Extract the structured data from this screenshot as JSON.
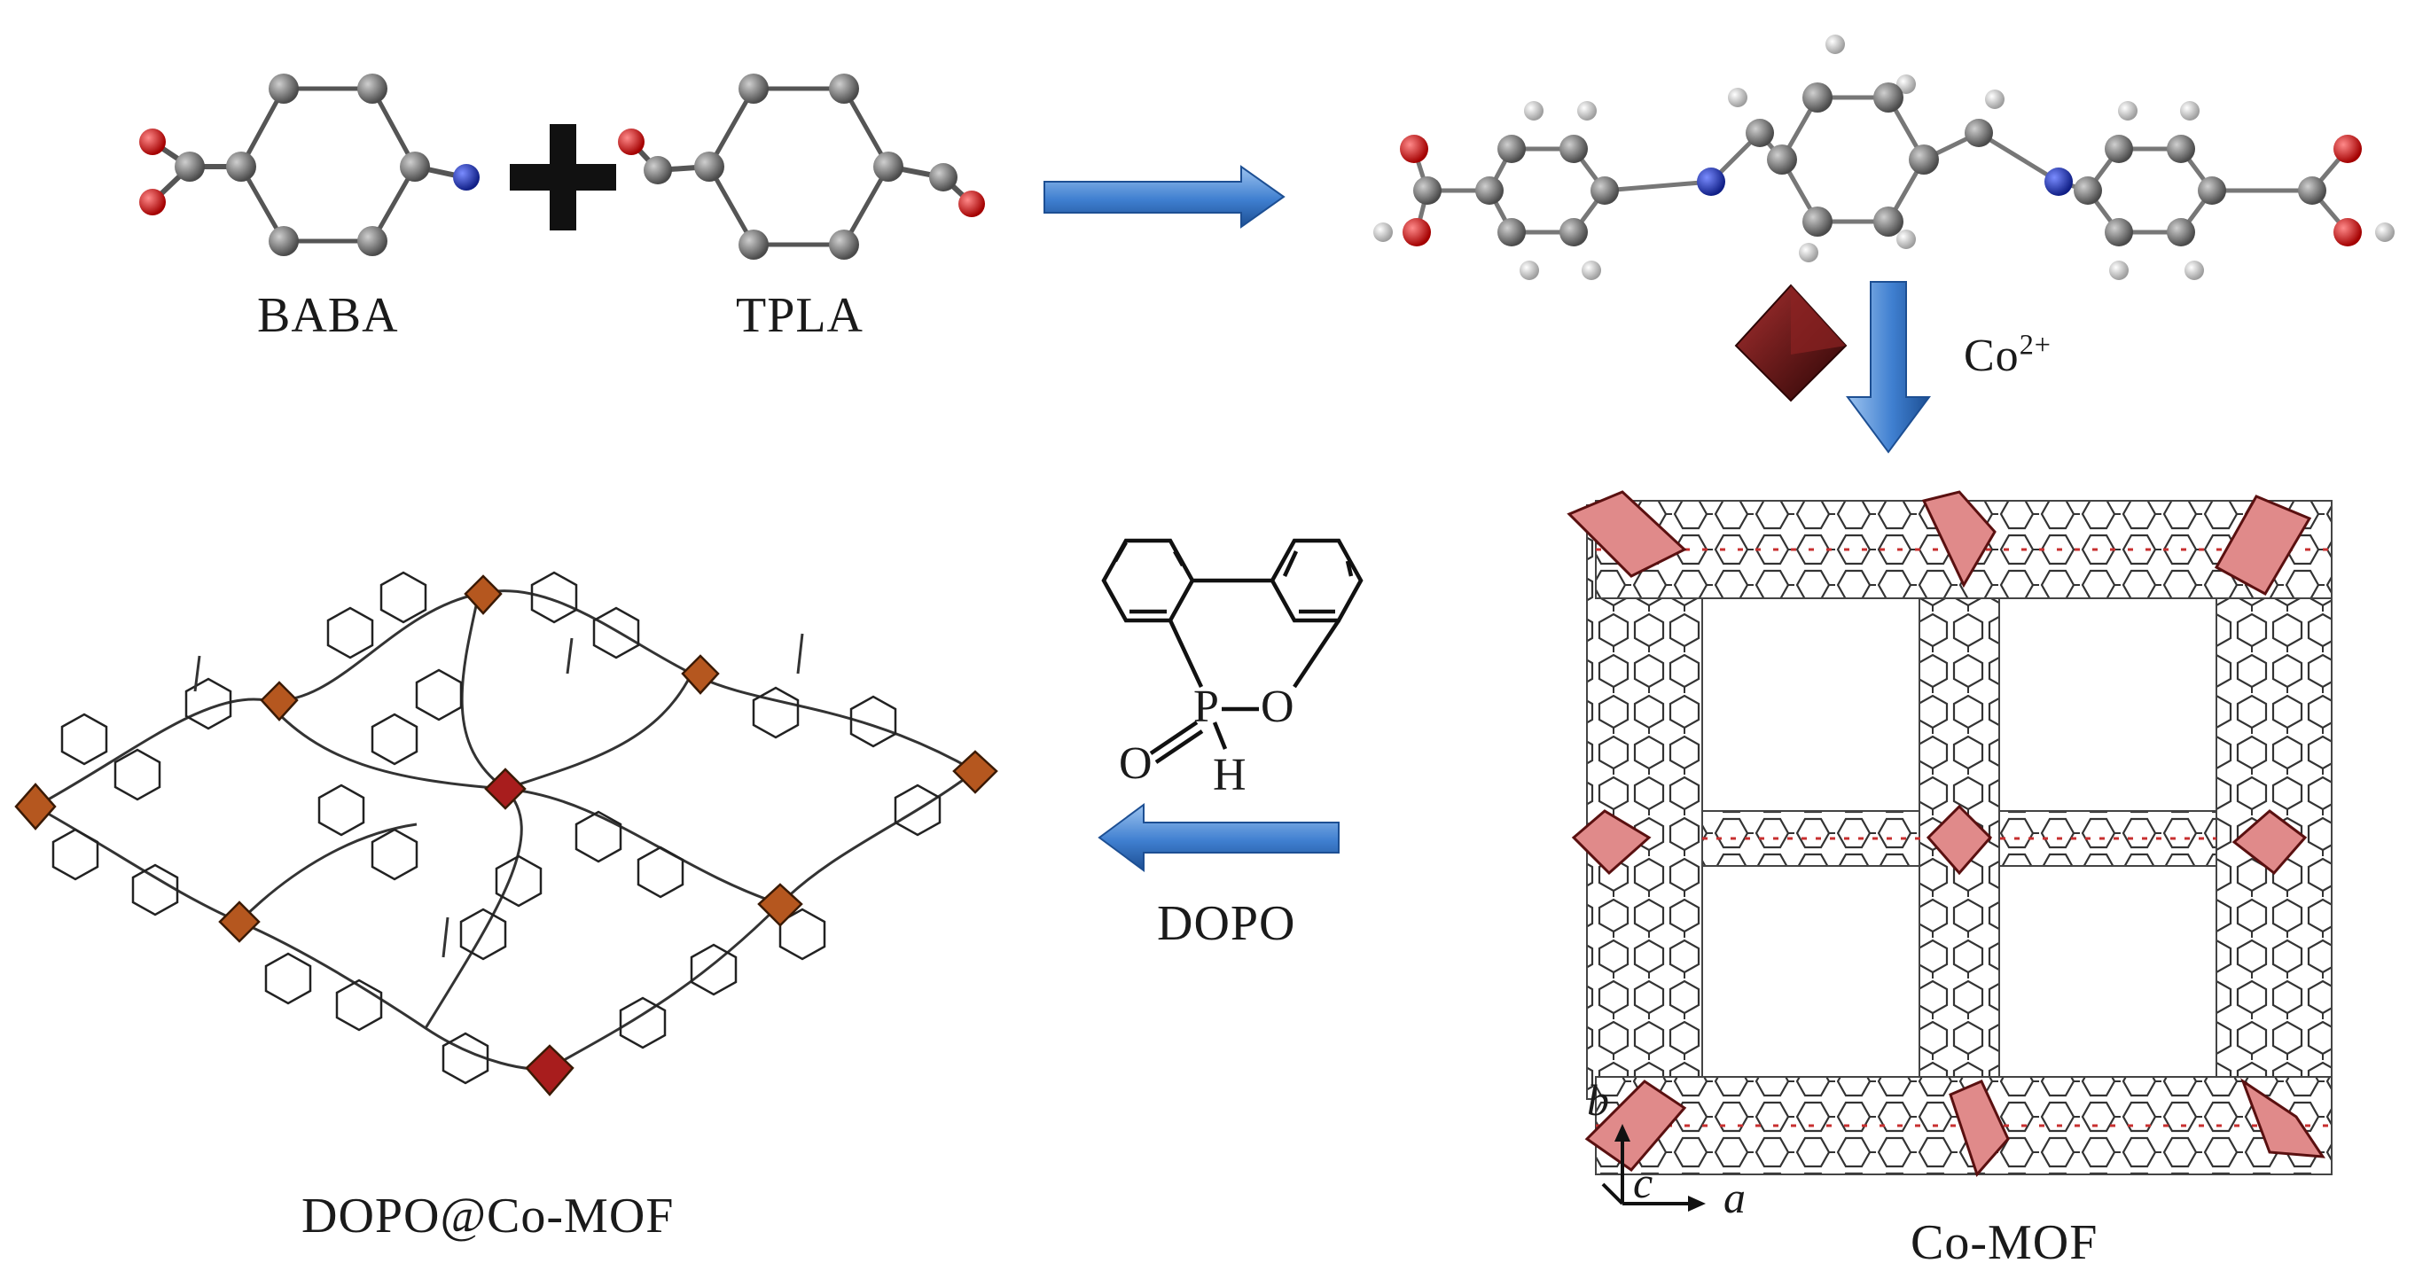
{
  "labels": {
    "baba": "BABA",
    "tpla": "TPLA",
    "cobalt_ion_base": "Co",
    "cobalt_ion_charge": "2+",
    "dopo_reagent": "DOPO",
    "dopo_at_co_mof": "DOPO@Co-MOF",
    "co_mof": "Co-MOF"
  },
  "dopo_structure_atoms": {
    "phosphorus": "P",
    "oxygen_ring": "O",
    "oxygen_double": "O",
    "hydrogen": "H"
  },
  "axes": {
    "a": "a",
    "b": "b",
    "c": "c"
  },
  "colors": {
    "arrow_fill": "#3f7fd0",
    "arrow_edge": "#1d4f93",
    "carbon": "#6b6b6b",
    "oxygen": "#d21a1a",
    "nitrogen": "#1c2fb0",
    "hydrogen": "#d9d9d9",
    "octahedron_dark": "#6a1414",
    "octahedron_pink": "#e08a8a",
    "octahedron_brown": "#b5571f"
  }
}
